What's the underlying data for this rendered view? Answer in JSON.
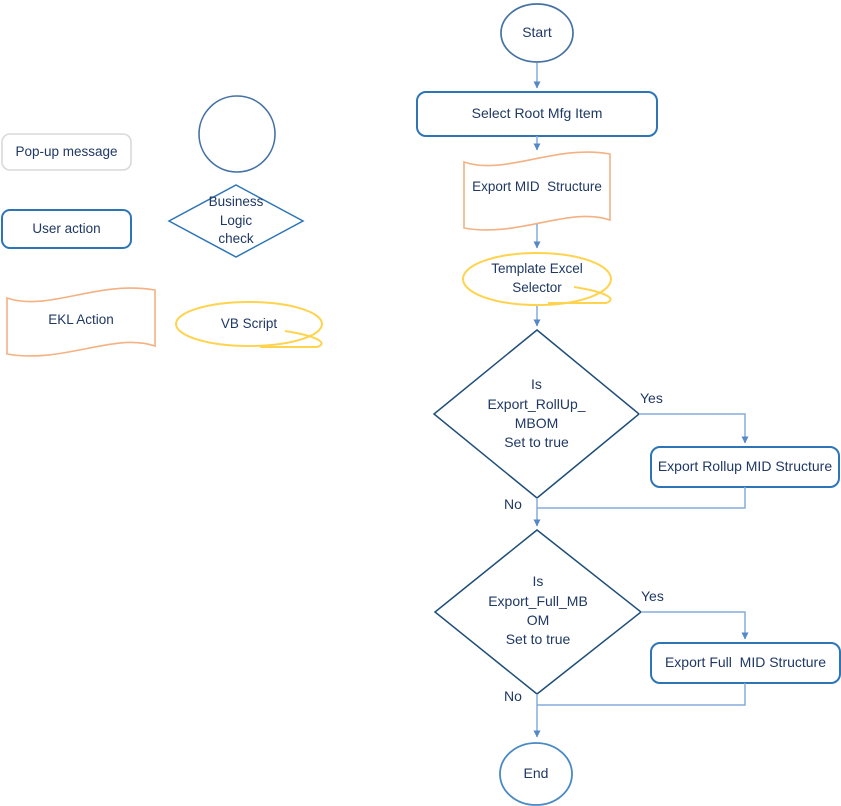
{
  "colors": {
    "text": "#1F3864",
    "rect_border": "#2E75B6",
    "terminator_border": "#4472A4",
    "end_border": "#4A89C4",
    "diamond_border": "#1F4E79",
    "legend_diamond_border": "#2E75B6",
    "popup_border": "#D9D9D9",
    "ekl_orange": "#F4B183",
    "vb_yellow": "#FFD34D",
    "connector": "#85ACDB",
    "arrowhead": "#5488C7"
  },
  "legend": {
    "popup": "Pop-up message",
    "user_action": "User action",
    "ekl_action": "EKL Action",
    "business_logic_check": "Business\nLogic\ncheck",
    "vb_script": "VB Script"
  },
  "flow": {
    "start": "Start",
    "select_root_mfg_item": "Select Root Mfg Item",
    "export_mid_structure": "Export MID  Structure",
    "template_excel_selector": "Template Excel\nSelector",
    "decision_rollup": "Is\nExport_RollUp_\nMBOM\nSet to true",
    "export_rollup_mid_structure": "Export Rollup MID Structure",
    "decision_full": "Is\nExport_Full_MB\nOM\nSet to true",
    "export_full_mid_structure": "Export Full  MID Structure",
    "yes": "Yes",
    "no": "No",
    "end": "End"
  }
}
